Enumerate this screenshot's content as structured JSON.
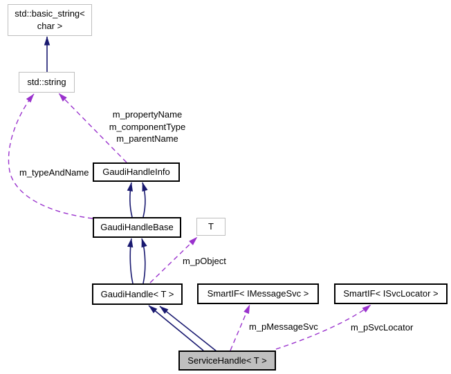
{
  "diagram": {
    "type": "collaboration-graph",
    "nodes": {
      "basic_string": "std::basic_string<\nchar >",
      "std_string": "std::string",
      "handle_info": "GaudiHandleInfo",
      "handle_base": "GaudiHandleBase",
      "template_t": "T",
      "gaudi_handle": "GaudiHandle< T >",
      "smartif_imessagesvc": "SmartIF< IMessageSvc >",
      "smartif_isvclocator": "SmartIF< ISvcLocator >",
      "service_handle": "ServiceHandle< T >"
    },
    "edge_labels": {
      "info_members": "m_propertyName\nm_componentType\nm_parentName",
      "type_and_name": "m_typeAndName",
      "p_object": "m_pObject",
      "p_message_svc": "m_pMessageSvc",
      "p_svc_locator": "m_pSvcLocator"
    },
    "colors": {
      "inheritance_edge": "#191970",
      "usage_edge": "#9a32cd",
      "node_border": "#000000",
      "external_node_border": "#bebebe",
      "selected_node_fill": "#bfbfbf",
      "node_fill": "#ffffff",
      "background": "#ffffff",
      "text": "#000000"
    }
  }
}
